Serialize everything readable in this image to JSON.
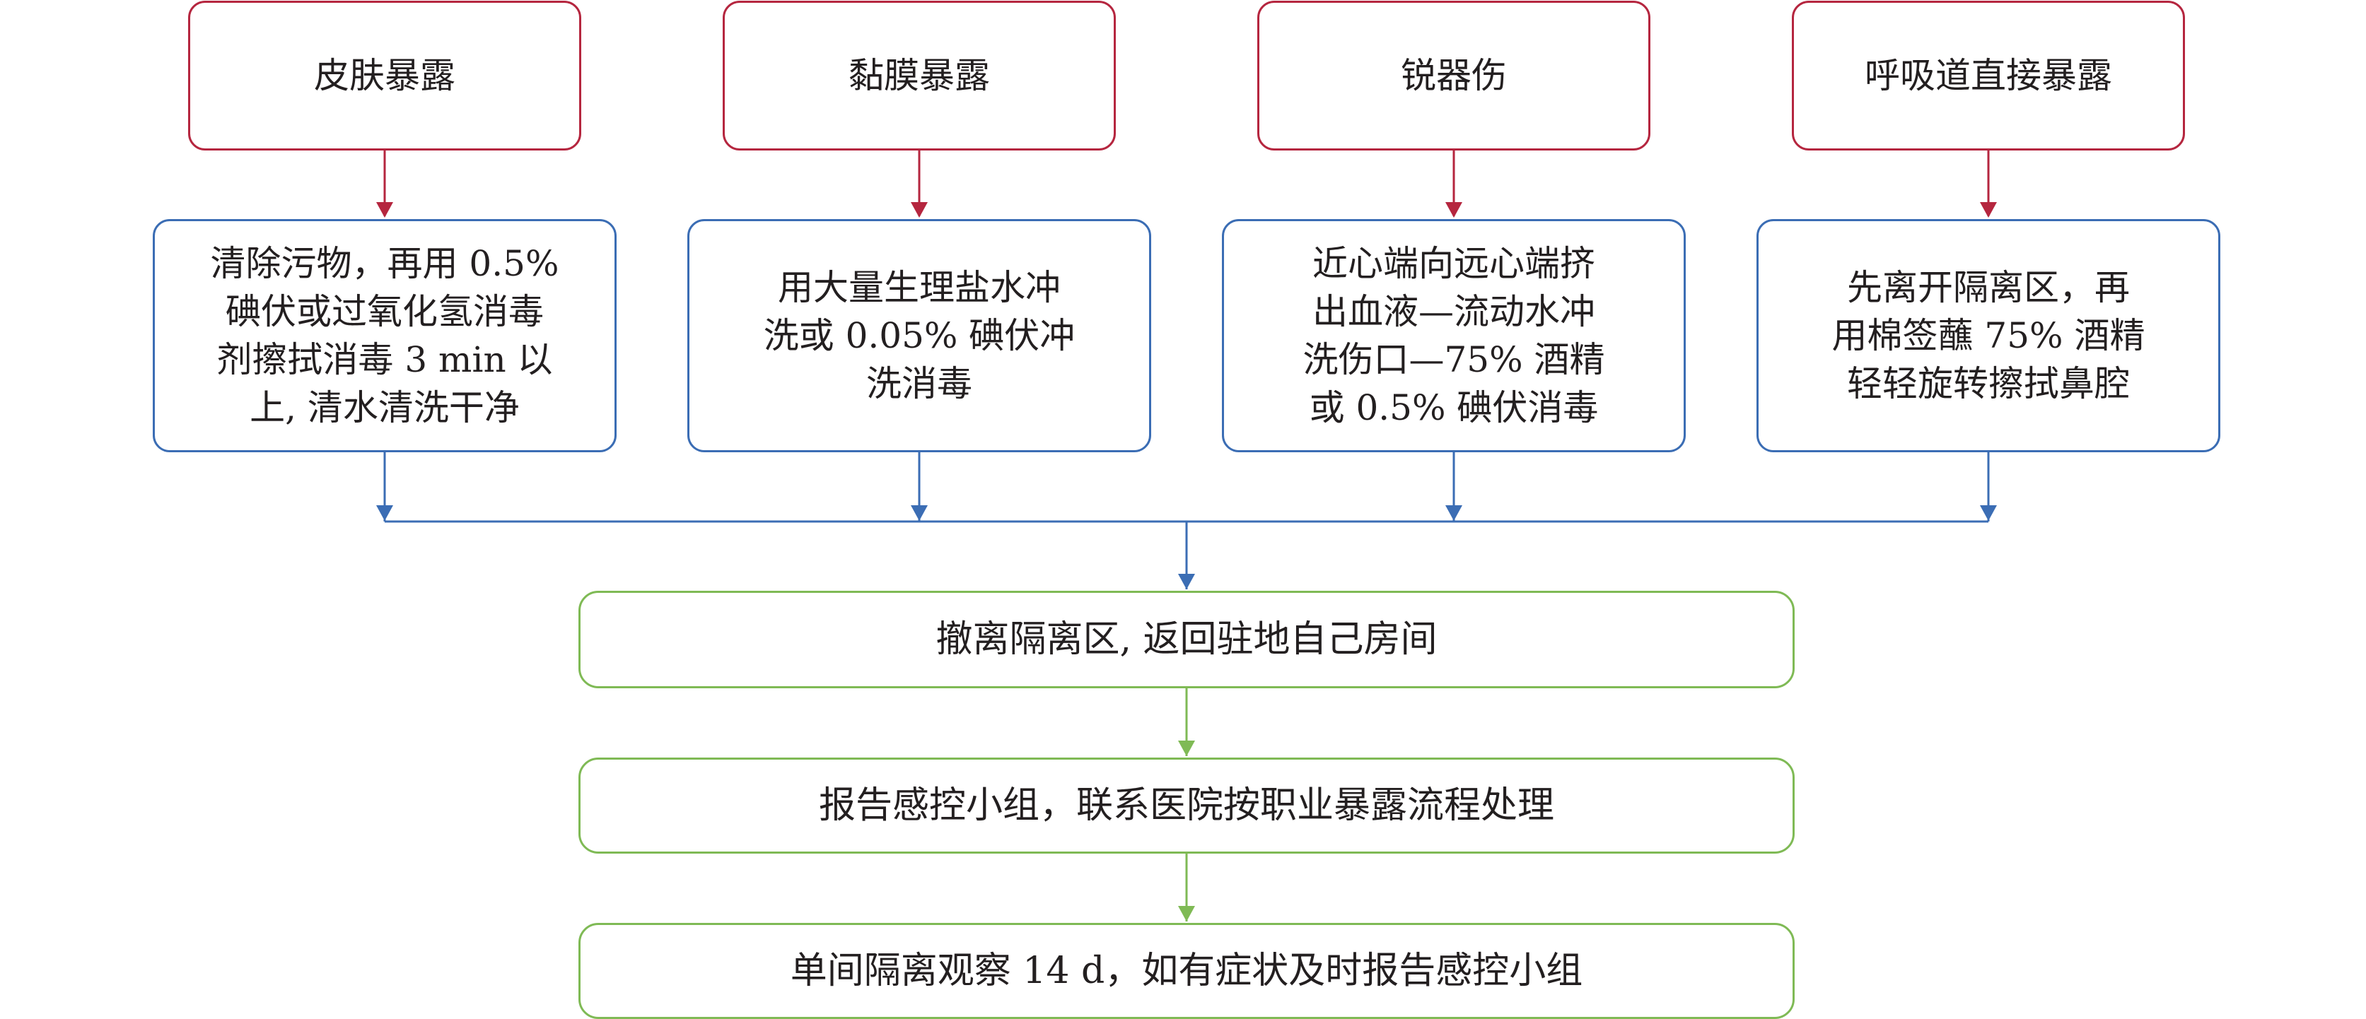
{
  "colors": {
    "accent_red": "#b5263f",
    "accent_blue": "#3b6db4",
    "accent_green": "#7fba55",
    "text": "#231f20"
  },
  "top_boxes": [
    {
      "label": "皮肤暴露"
    },
    {
      "label": "黏膜暴露"
    },
    {
      "label": "锐器伤"
    },
    {
      "label": "呼吸道直接暴露"
    }
  ],
  "mid_boxes": [
    {
      "label": "清除污物，再用 0.5%\n碘伏或过氧化氢消毒\n剂擦拭消毒 3 min 以\n上, 清水清洗干净"
    },
    {
      "label": "用大量生理盐水冲\n洗或 0.05% 碘伏冲\n洗消毒"
    },
    {
      "label": "近心端向远心端挤\n出血液—流动水冲\n洗伤口—75% 酒精\n或 0.5% 碘伏消毒"
    },
    {
      "label": "先离开隔离区，再\n用棉签蘸 75% 酒精\n轻轻旋转擦拭鼻腔"
    }
  ],
  "bottom_boxes": [
    {
      "label": "撤离隔离区, 返回驻地自己房间"
    },
    {
      "label": "报告感控小组，联系医院按职业暴露流程处理"
    },
    {
      "label": "单间隔离观察 14 d，如有症状及时报告感控小组"
    }
  ]
}
